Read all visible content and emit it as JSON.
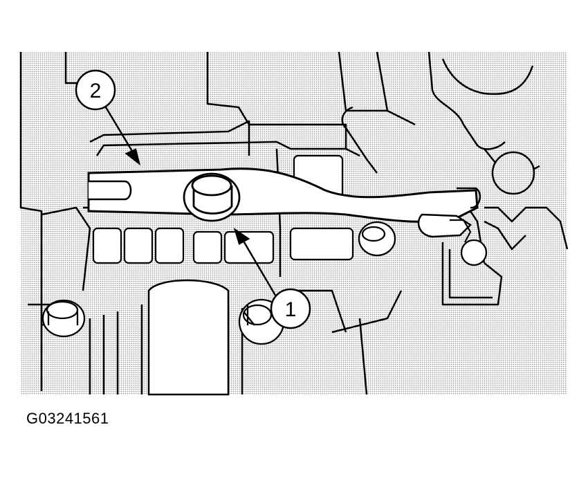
{
  "figure": {
    "id_code": "G03241561",
    "callouts": [
      {
        "number": "1"
      },
      {
        "number": "2"
      }
    ]
  },
  "colors": {
    "background": "#ffffff",
    "line": "#000000",
    "halftone": "#cfcfcf"
  }
}
